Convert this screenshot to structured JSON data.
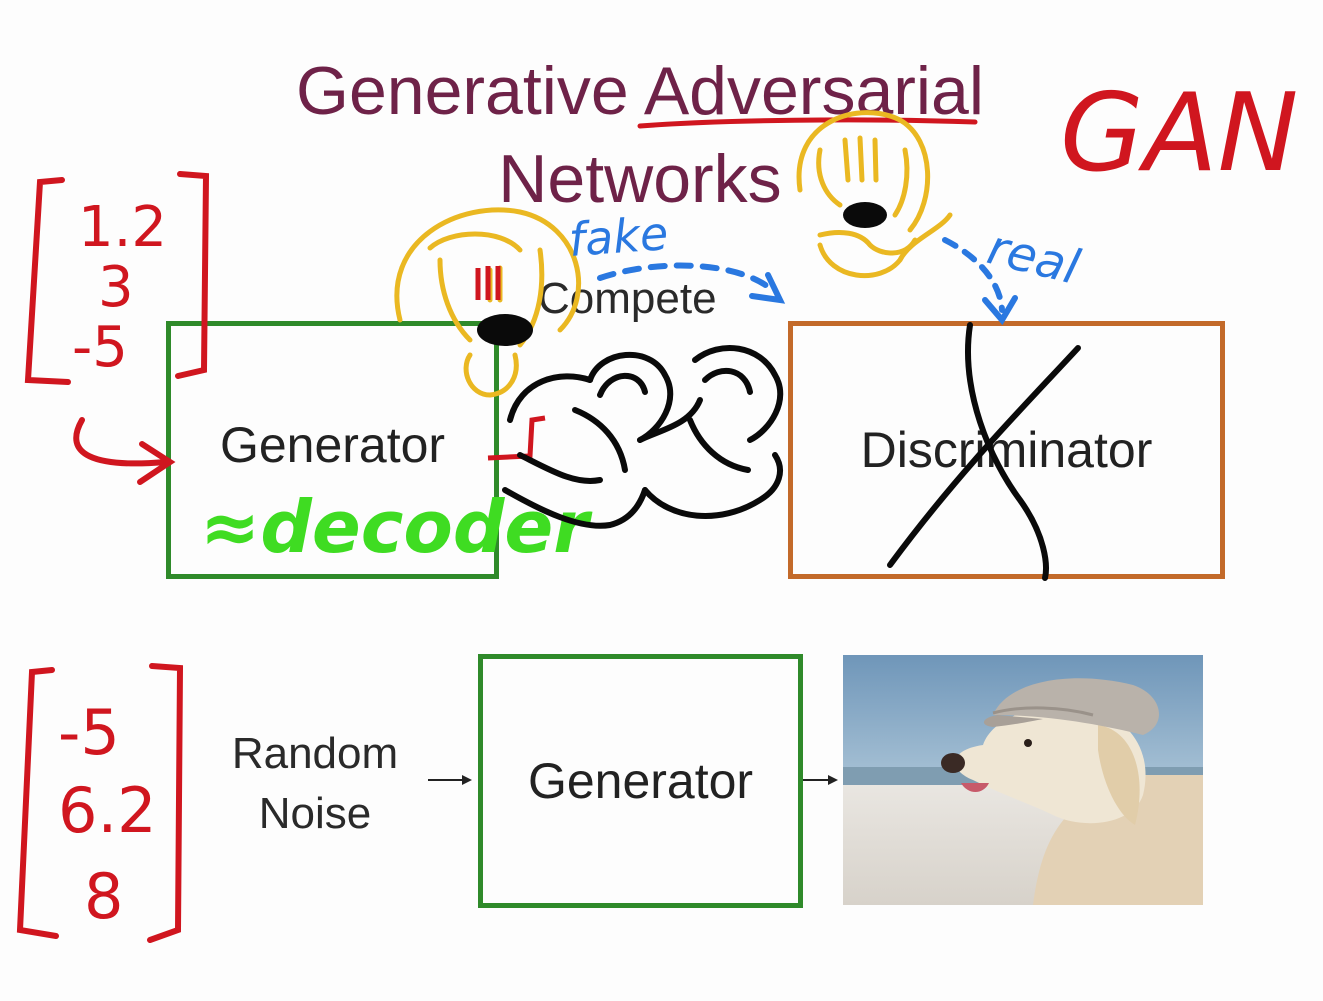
{
  "slide": {
    "title_line1": "Generative Adversarial",
    "title_line2": "Networks",
    "compete_label": "Compete",
    "top_generator_label": "Generator",
    "discriminator_label": "Discriminator",
    "random_noise_line1": "Random",
    "random_noise_line2": "Noise",
    "bottom_generator_label": "Generator",
    "output_image_desc": "dog-with-cap-photo"
  },
  "annotations": {
    "gan": "GAN",
    "decoder": "≈decoder",
    "fake": "fake",
    "real": "real",
    "top_vector": [
      "1.2",
      "3",
      "-5"
    ],
    "bottom_vector": [
      "-5",
      "6.2",
      "8"
    ]
  },
  "colors": {
    "title": "#6e2248",
    "generator_border": "#2f8a2a",
    "discriminator_border": "#c36a2a",
    "ink_red": "#d0161f",
    "ink_green": "#3fdc22",
    "ink_blue": "#2a78e0",
    "ink_yellow": "#eab822",
    "ink_black": "#0a0a0a"
  }
}
